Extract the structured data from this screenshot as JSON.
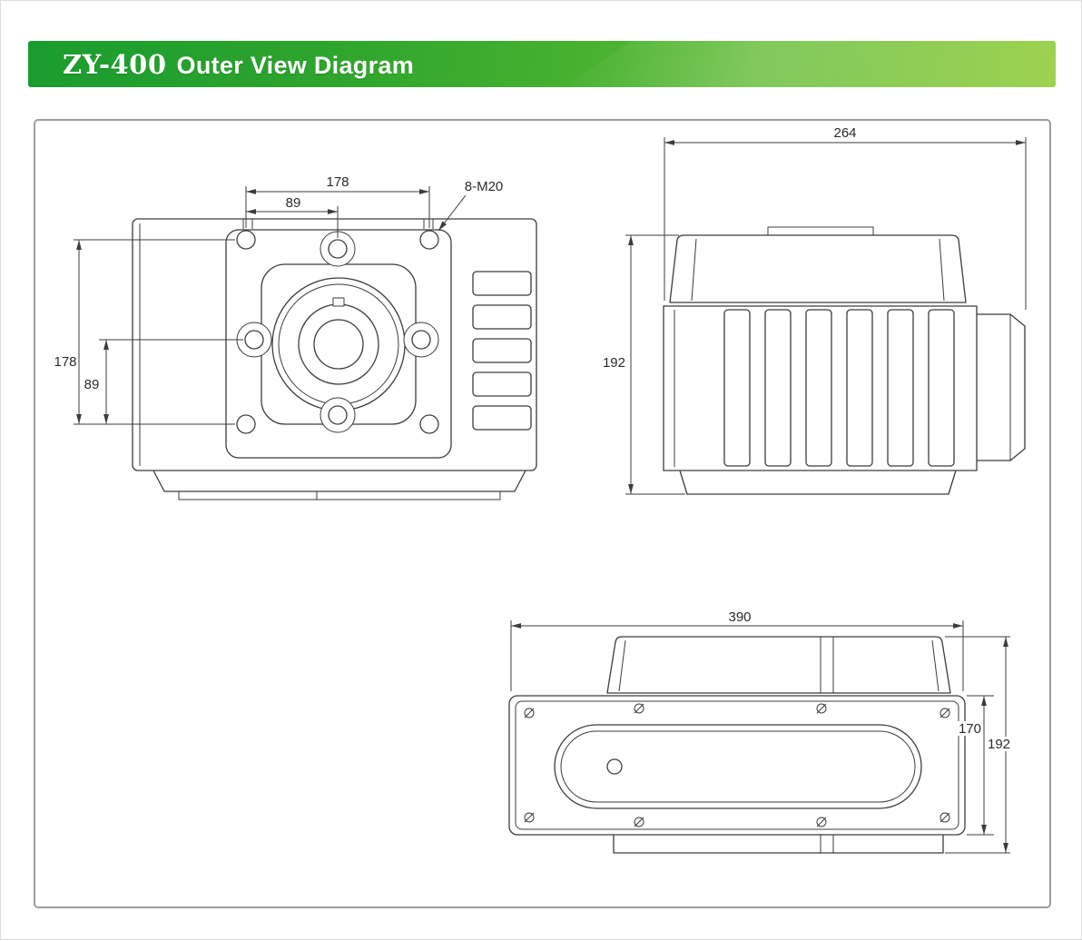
{
  "page": {
    "header": {
      "title_model": "ZY-400",
      "title_text": "Outer View Diagram"
    }
  },
  "colors": {
    "header_green_left": "#1a9c2e",
    "header_green_mid": "#4cb330",
    "header_green_right": "#95ce41",
    "line_color": "#3c3c3c",
    "frame_color": "#9c9c9c",
    "text_color": "#2b2b2b"
  },
  "views": {
    "front": {
      "dim_width": "178",
      "dim_width_half": "89",
      "dim_holes": "8-M20",
      "dim_height": "178",
      "dim_height_half": "89"
    },
    "side": {
      "dim_width": "264",
      "dim_height": "192"
    },
    "bottom": {
      "dim_width": "390",
      "dim_height_inner": "170",
      "dim_height_outer": "192"
    }
  }
}
